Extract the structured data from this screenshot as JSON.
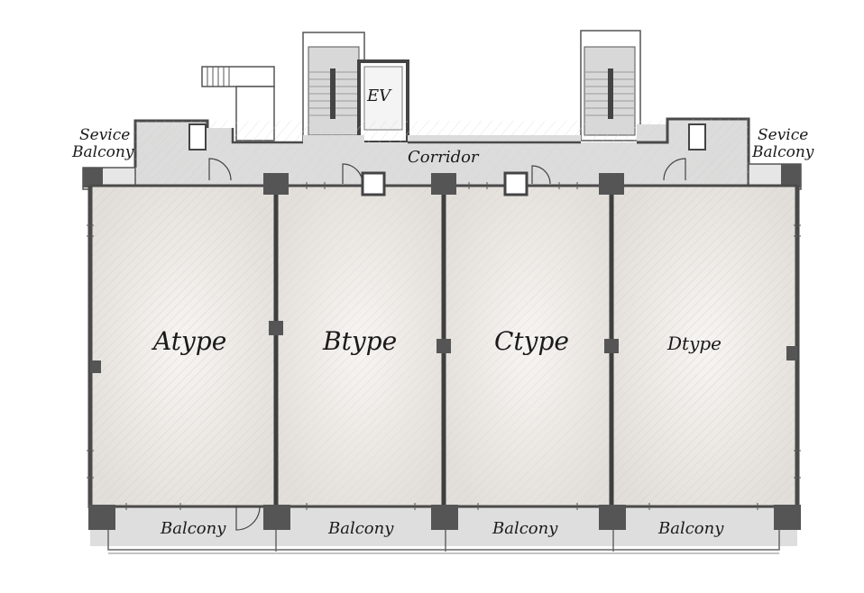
{
  "labels": {
    "ev": "EV",
    "corridor": "Corridor",
    "service_left_1": "Sevice",
    "service_left_2": "Balcony",
    "service_right_1": "Sevice",
    "service_right_2": "Balcony",
    "unit_a": "Atype",
    "unit_b": "Btype",
    "unit_c": "Ctype",
    "unit_d": "Dtype",
    "balcony_1": "Balcony",
    "balcony_2": "Balcony",
    "balcony_3": "Balcony",
    "balcony_4": "Balcony"
  },
  "colors": {
    "wall": "#4a4a4a",
    "column": "#555555",
    "unit_fill": "#ece9e5",
    "corridor_fill": "#dcdcdc",
    "balcony_fill": "#dedede",
    "hatch": "#cfcac4",
    "stair_fill": "#d4d4d4"
  }
}
